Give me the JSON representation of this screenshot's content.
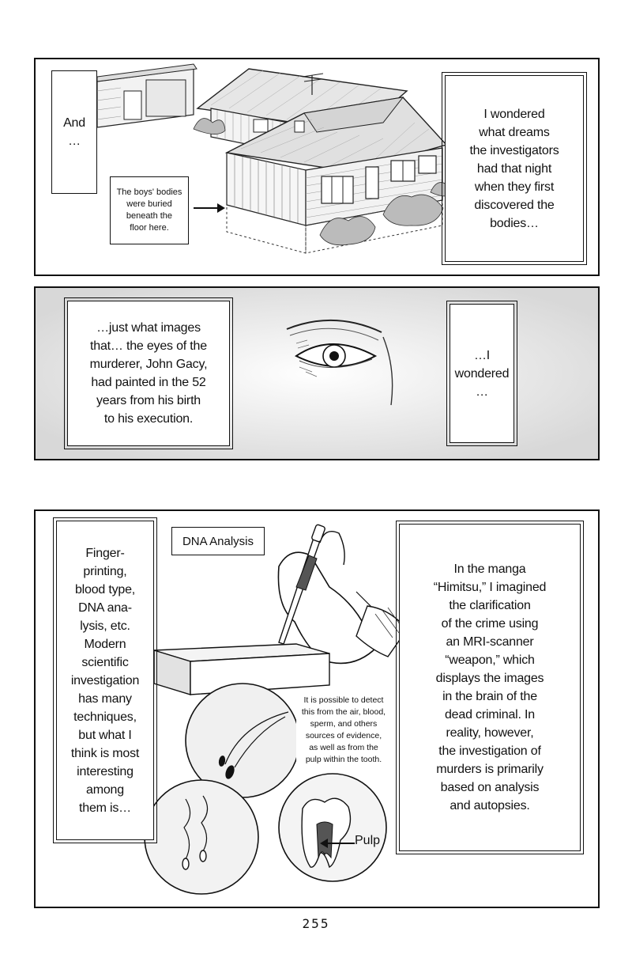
{
  "panel1": {
    "caption_left": "And\n…",
    "label_box": "The boys' bodies\nwere buried\nbeneath the\nfloor here.",
    "caption_right": "I wondered\nwhat dreams\nthe investigators\nhad that night\nwhen they first\ndiscovered the\nbodies…"
  },
  "panel2": {
    "caption_left": "…just what images\nthat… the eyes of the\nmurderer, John Gacy,\nhad painted in the 52\nyears from his birth\nto his execution.",
    "caption_right": "…I\nwondered\n…"
  },
  "panel3": {
    "dna_label": "DNA Analysis",
    "caption_left": "Finger-\nprinting,\nblood type,\nDNA ana-\nlysis, etc.\nModern\nscientific\ninvestigation\nhas many\ntechniques,\nbut what I\nthink is most\ninteresting\namong\nthem is…",
    "note": "It is possible to detect\nthis from the air, blood,\nsperm, and others\nsources of evidence,\nas well as from the\npulp within the tooth.",
    "pulp_label": "Pulp",
    "caption_right": "In the manga\n“Himitsu,” I imagined\nthe clarification\nof the crime using\nan MRI-scanner\n“weapon,” which\ndisplays the images\nin the brain of the\ndead criminal. In\nreality, however,\nthe investigation of\nmurders is primarily\nbased on analysis\nand autopsies."
  },
  "page_number": "255"
}
